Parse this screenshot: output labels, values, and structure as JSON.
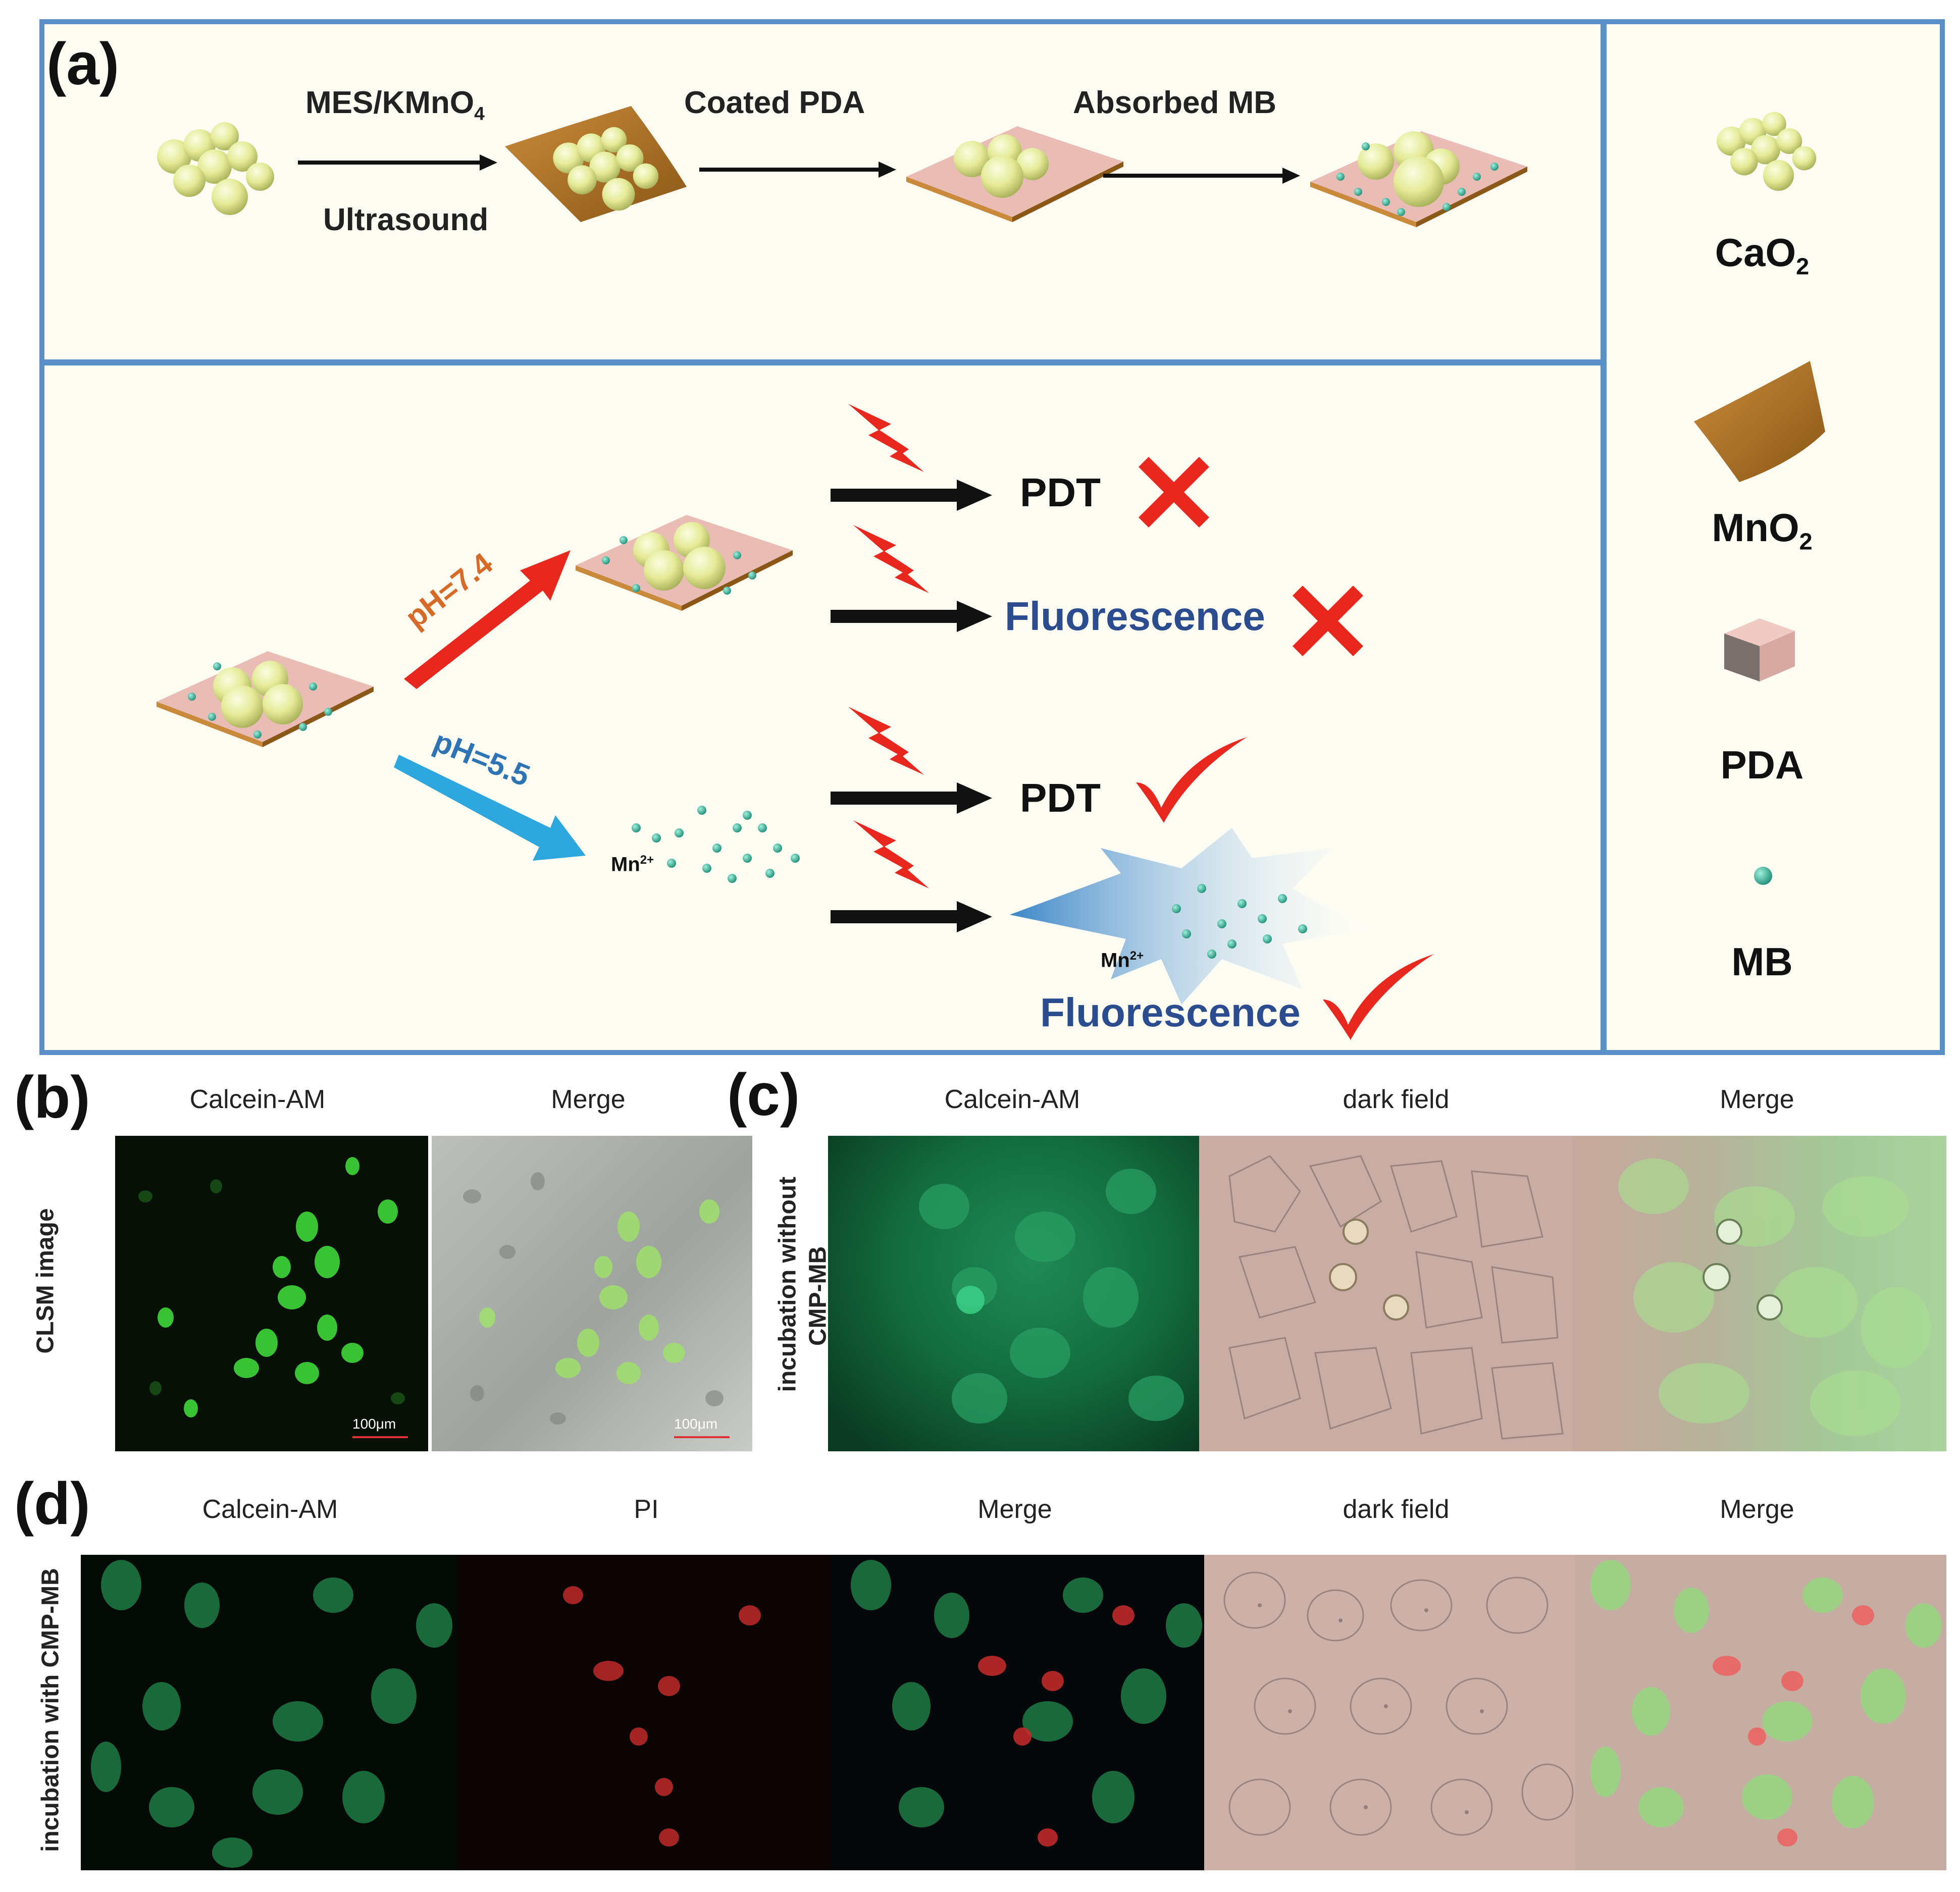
{
  "panel_a": {
    "letter": "(a)",
    "steps": [
      "MES/KMnO",
      "Ultrasound",
      "Coated PDA",
      "Absorbed MB"
    ],
    "step1_sub": "4",
    "ph_74": "pH=7.4",
    "ph_55": "pH=5.5",
    "mn": "Mn",
    "mn_sup": "2+",
    "outcomes": {
      "pdt_1": "PDT",
      "fluo_1": "Fluorescence",
      "pdt_2": "PDT",
      "fluo_2": "Fluorescence"
    },
    "legend": {
      "cao2": "CaO",
      "cao2_sub": "2",
      "mno2": "MnO",
      "mno2_sub": "2",
      "pda": "PDA",
      "mb": "MB"
    }
  },
  "panel_b": {
    "letter": "(b)",
    "row_label": "CLSM image",
    "columns": [
      "Calcein-AM",
      "Merge"
    ],
    "scale_bar": "100μm",
    "scale_bar_2": "100μm"
  },
  "panel_c": {
    "letter": "(c)",
    "row_label_1": "incubation without",
    "row_label_2": "CMP-MB",
    "columns": [
      "Calcein-AM",
      "dark field",
      "Merge"
    ]
  },
  "panel_d": {
    "letter": "(d)",
    "row_label": "incubation with CMP-MB",
    "columns": [
      "Calcein-AM",
      "PI",
      "Merge",
      "dark field",
      "Merge"
    ]
  },
  "colors": {
    "frame_blue": "#5b8fc7",
    "panel_bg": "#fdfcf2",
    "sphere": "#e6ec9e",
    "mno2_brown": "#b4782a",
    "pda_pink": "#e9bcb5",
    "mb_teal": "#3cb9a0",
    "red_arrow": "#e8281e",
    "blue_arrow": "#2ea7de",
    "fluo_text": "#2b4d8f"
  }
}
